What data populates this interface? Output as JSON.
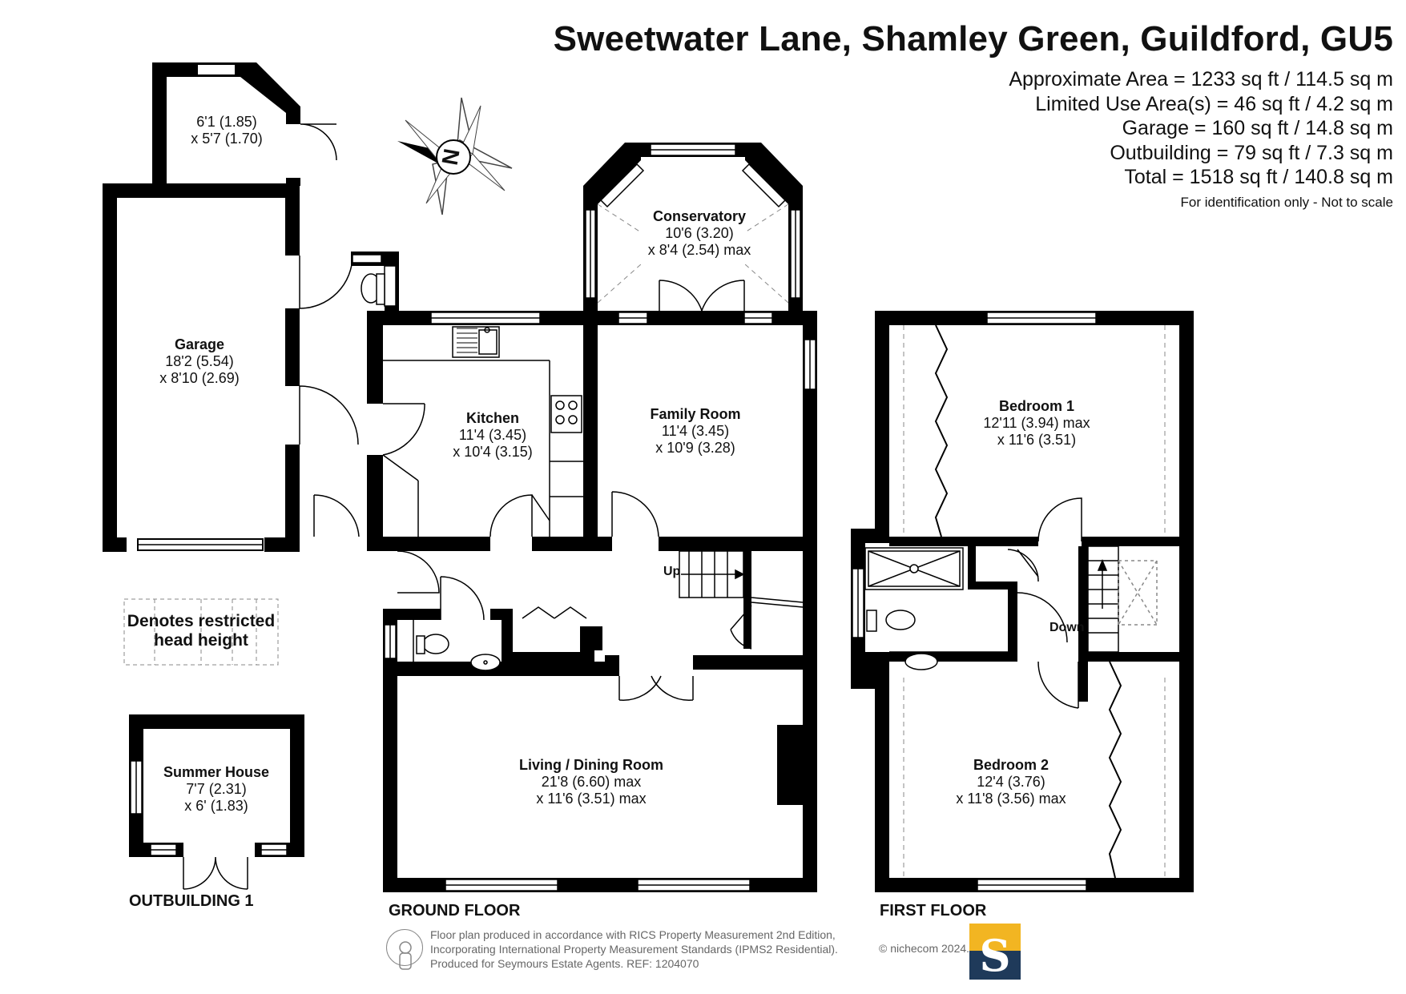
{
  "header": {
    "title": "Sweetwater Lane, Shamley Green, Guildford, GU5",
    "areas": [
      "Approximate Area = 1233 sq ft / 114.5 sq m",
      "Limited Use Area(s) = 46 sq ft / 4.2 sq m",
      "Garage = 160 sq ft / 14.8 sq m",
      "Outbuilding = 79 sq ft / 7.3 sq m",
      "Total = 1518 sq ft / 140.8 sq m"
    ],
    "note": "For identification only - Not to scale"
  },
  "compass": {
    "label": "N"
  },
  "rooms": {
    "store": {
      "dims": [
        "6'1 (1.85)",
        "x 5'7 (1.70)"
      ]
    },
    "garage": {
      "name": "Garage",
      "dims": [
        "18'2 (5.54)",
        "x 8'10 (2.69)"
      ]
    },
    "conservatory": {
      "name": "Conservatory",
      "dims": [
        "10'6 (3.20)",
        "x 8'4 (2.54) max"
      ]
    },
    "kitchen": {
      "name": "Kitchen",
      "dims": [
        "11'4 (3.45)",
        "x 10'4 (3.15)"
      ]
    },
    "family": {
      "name": "Family Room",
      "dims": [
        "11'4 (3.45)",
        "x 10'9 (3.28)"
      ]
    },
    "living": {
      "name": "Living / Dining Room",
      "dims": [
        "21'8 (6.60) max",
        "x 11'6 (3.51) max"
      ]
    },
    "bedroom1": {
      "name": "Bedroom 1",
      "dims": [
        "12'11 (3.94) max",
        "x 11'6 (3.51)"
      ]
    },
    "bedroom2": {
      "name": "Bedroom 2",
      "dims": [
        "12'4 (3.76)",
        "x 11'8 (3.56) max"
      ]
    },
    "summer": {
      "name": "Summer House",
      "dims": [
        "7'7 (2.31)",
        "x 6' (1.83)"
      ]
    }
  },
  "labels": {
    "up": "Up",
    "down": "Down",
    "legend_line1": "Denotes restricted",
    "legend_line2": "head height",
    "outbuilding": "OUTBUILDING 1",
    "ground_floor": "GROUND FLOOR",
    "first_floor": "FIRST FLOOR"
  },
  "footer": {
    "line1": "Floor plan produced in accordance with RICS Property Measurement 2nd Edition,",
    "line2": "Incorporating International Property Measurement Standards (IPMS2 Residential).",
    "line3": "Produced for Seymours Estate Agents.   REF: 1204070",
    "copyright": "© nichecom 2024.",
    "logo_letter": "S"
  }
}
